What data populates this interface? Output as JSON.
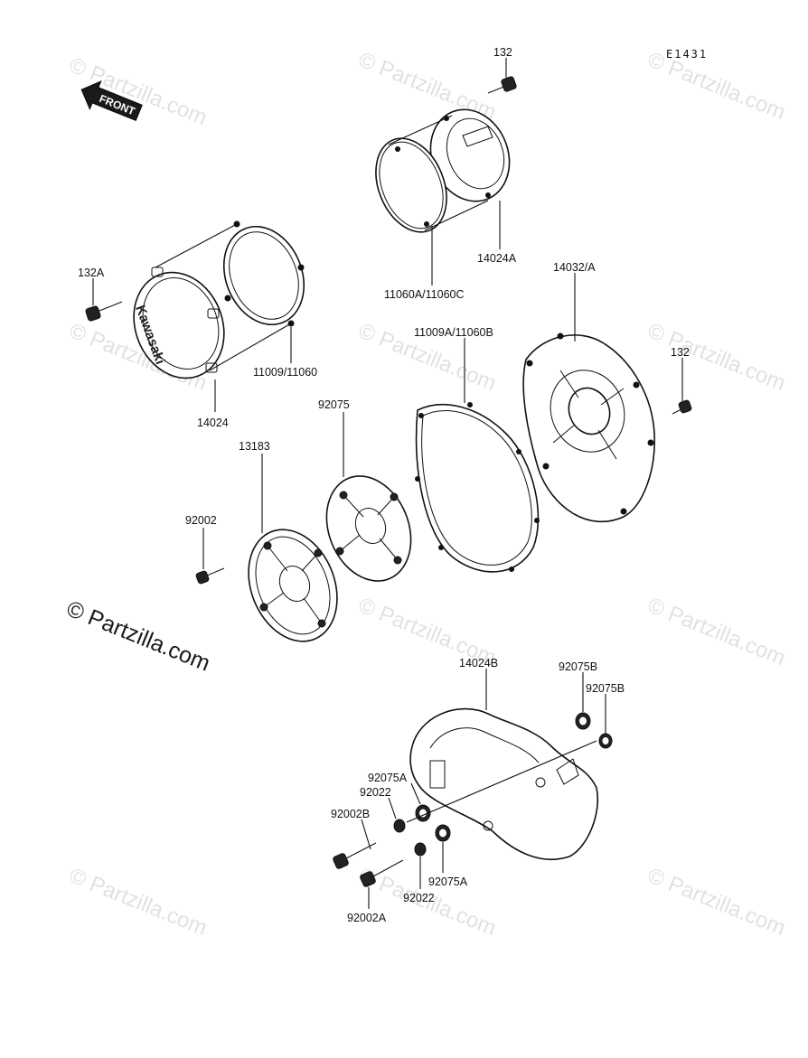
{
  "reference_code": "E1431",
  "front_arrow": {
    "label": "FRONT"
  },
  "cover_logo": "Kawasaki",
  "watermark": {
    "main": "© Partzilla.com",
    "faint": "© Partzilla.com"
  },
  "callouts": {
    "p132_top": "132",
    "p132a": "132A",
    "p14024a": "14024A",
    "p11060a": "11060A/11060C",
    "p14032a": "14032/A",
    "p11009": "11009/11060",
    "p11009a": "11009A/11060B",
    "p132_right": "132",
    "p14024": "14024",
    "p92075": "92075",
    "p13183": "13183",
    "p92002": "92002",
    "p14024b": "14024B",
    "p92075b_1": "92075B",
    "p92075b_2": "92075B",
    "p92075a_1": "92075A",
    "p92022_1": "92022",
    "p92002b": "92002B",
    "p92075a_2": "92075A",
    "p92022_2": "92022",
    "p92002a": "92002A"
  }
}
